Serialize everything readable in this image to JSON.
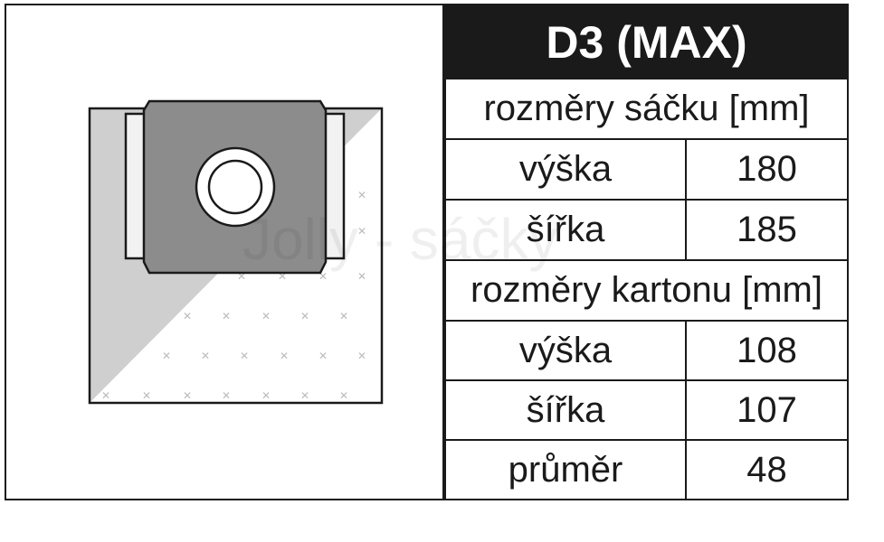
{
  "title": "D3 (MAX)",
  "bag_dimensions": {
    "header": "rozměry sáčku [mm]",
    "rows": [
      {
        "label": "výška",
        "value": "180"
      },
      {
        "label": "šířka",
        "value": "185"
      }
    ]
  },
  "carton_dimensions": {
    "header": "rozměry kartonu [mm]",
    "rows": [
      {
        "label": "výška",
        "value": "108"
      },
      {
        "label": "šířka",
        "value": "107"
      },
      {
        "label": "průměr",
        "value": "48"
      }
    ]
  },
  "watermark": "Jolly - sáčky",
  "colors": {
    "frame": "#1a1a1a",
    "bag_fill": "#ffffff",
    "bag_shade": "#cfcfcf",
    "cardboard": "#8c8c8c"
  }
}
